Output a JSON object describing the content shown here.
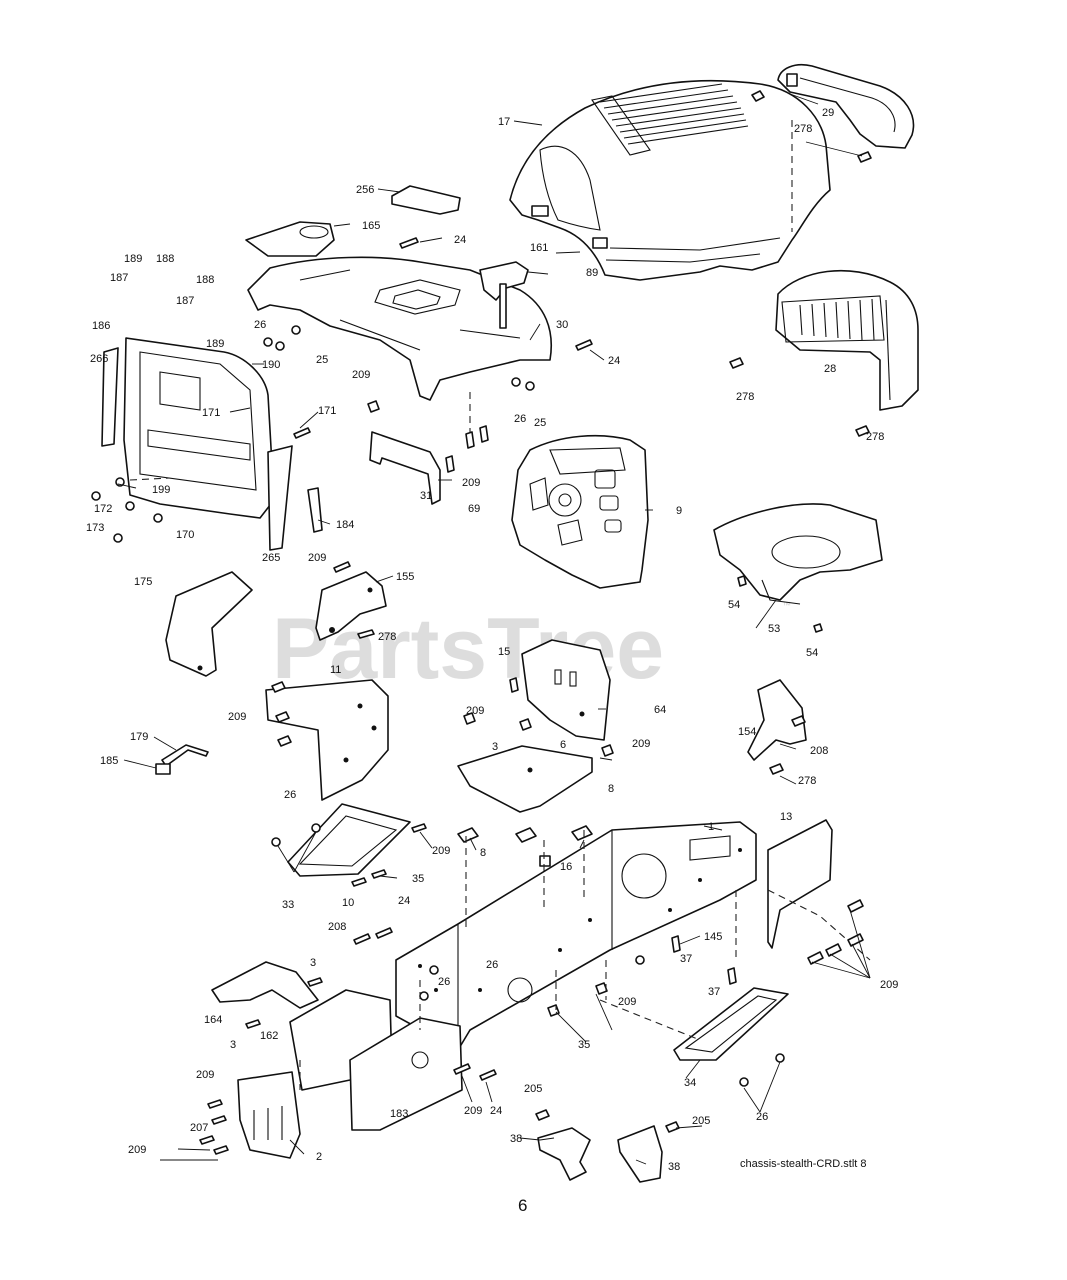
{
  "watermark": {
    "text": "PartsTree",
    "trademark": "™"
  },
  "caption": "chassis-stealth-CRD.stlt  8",
  "page_number": "6",
  "callouts": [
    "17",
    "29",
    "278",
    "256",
    "165",
    "24",
    "161",
    "89",
    "189",
    "188",
    "187",
    "186",
    "187",
    "188",
    "189",
    "26",
    "25",
    "30",
    "24",
    "266",
    "190",
    "171",
    "28",
    "278",
    "209",
    "171",
    "26",
    "25",
    "69",
    "278",
    "199",
    "172",
    "173",
    "170",
    "31",
    "209",
    "184",
    "9",
    "265",
    "209",
    "155",
    "54",
    "53",
    "54",
    "175",
    "278",
    "15",
    "64",
    "11",
    "209",
    "209",
    "154",
    "208",
    "3",
    "6",
    "209",
    "278",
    "179",
    "185",
    "8",
    "8",
    "26",
    "209",
    "16",
    "13",
    "1",
    "35",
    "33",
    "10",
    "24",
    "208",
    "145",
    "3",
    "26",
    "26",
    "37",
    "37",
    "209",
    "164",
    "209",
    "35",
    "3",
    "162",
    "34",
    "26",
    "209",
    "207",
    "209",
    "2",
    "183",
    "209",
    "24",
    "205",
    "205",
    "38",
    "38"
  ]
}
